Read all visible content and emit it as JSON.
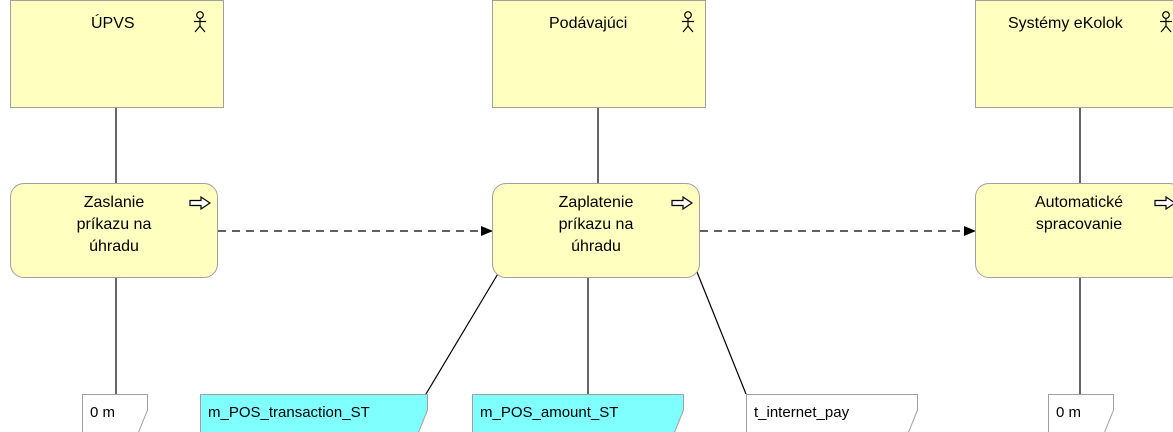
{
  "actors": [
    {
      "name": "ÚPVS",
      "icon": "actor-icon"
    },
    {
      "name": "Podávajúci",
      "icon": "actor-icon"
    },
    {
      "name": "Systémy eKolok",
      "icon": "actor-icon"
    }
  ],
  "processes": [
    {
      "lines": [
        "Zaslanie",
        "príkazu na",
        "úhradu"
      ],
      "icon": "process-arrow-icon"
    },
    {
      "lines": [
        "Zaplatenie",
        "príkazu na",
        "úhradu"
      ],
      "icon": "process-arrow-icon"
    },
    {
      "lines": [
        "Automatické",
        "spracovanie"
      ],
      "icon": "process-arrow-icon"
    }
  ],
  "documents": [
    {
      "label": "0 m",
      "fill": "#ffffff"
    },
    {
      "label": "m_POS_transaction_ST",
      "fill": "#80ffff"
    },
    {
      "label": "m_POS_amount_ST",
      "fill": "#80ffff"
    },
    {
      "label": "t_internet_pay",
      "fill": "#ffffff"
    },
    {
      "label": "0 m",
      "fill": "#ffffff"
    }
  ],
  "colors": {
    "actor_fill": "#ffffc0",
    "process_fill": "#ffffc0",
    "border": "#a0a0a0",
    "data_object_fill": "#80ffff"
  }
}
